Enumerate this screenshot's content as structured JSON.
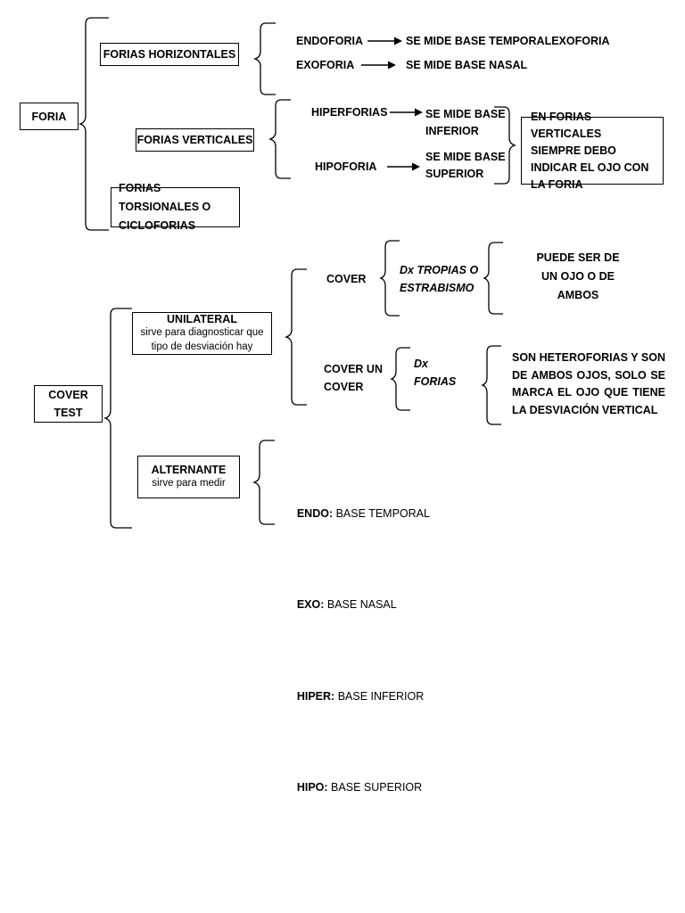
{
  "diagram": {
    "title": "FORIA y COVER TEST",
    "stroke_color": "#000000",
    "background_color": "#ffffff"
  },
  "foria_section": {
    "root_label": "FORIA",
    "branches": [
      {
        "label": "FORIAS HORIZONTALES",
        "items": [
          {
            "term": "ENDOFORIA",
            "arrow": "arrow-right-icon",
            "result": "SE MIDE BASE TEMPORALEXOFORIA"
          },
          {
            "term": "EXOFORIA",
            "arrow": "arrow-right-icon",
            "result": "SE MIDE BASE NASAL"
          }
        ]
      },
      {
        "label": "FORIAS VERTICALES",
        "items": [
          {
            "term": "HIPERFORIAS",
            "arrow": "arrow-right-icon",
            "result": "SE MIDE BASE\nINFERIOR"
          },
          {
            "term": "HIPOFORIA",
            "arrow": "arrow-right-icon",
            "result": "SE MIDE BASE\nSUPERIOR"
          }
        ],
        "note": "EN FORIAS VERTICALES\nSIEMPRE DEBO INDICAR\nEL OJO CON LA FORIA"
      },
      {
        "label": "FORIAS TORSIONALES\nO CICLOFORIAS",
        "items": []
      }
    ]
  },
  "cover_section": {
    "root_label": "COVER\nTEST",
    "branches": [
      {
        "title": "UNILATERAL",
        "subtitle": "sirve para diagnosticar que\ntipo de desviación hay",
        "tests": [
          {
            "name": "COVER",
            "dx": "Dx TROPIAS O\nESTRABISMO",
            "note": "PUEDE SER DE\nUN OJO O DE\nAMBOS"
          },
          {
            "name": "COVER UN\nCOVER",
            "dx": "Dx\nFORIAS",
            "note": "SON HETEROFORIAS Y SON DE AMBOS OJOS, SOLO SE MARCA EL OJO QUE TIENE LA DESVIACIÓN VERTICAL"
          }
        ]
      },
      {
        "title": "ALTERNANTE",
        "subtitle": "sirve para medir",
        "measures": [
          {
            "prefix": "ENDO:",
            "value": " BASE TEMPORAL"
          },
          {
            "prefix": "EXO:",
            "value": " BASE NASAL"
          },
          {
            "prefix": "HIPER:",
            "value": " BASE INFERIOR"
          },
          {
            "prefix": "HIPO:",
            "value": " BASE SUPERIOR"
          }
        ]
      }
    ]
  }
}
